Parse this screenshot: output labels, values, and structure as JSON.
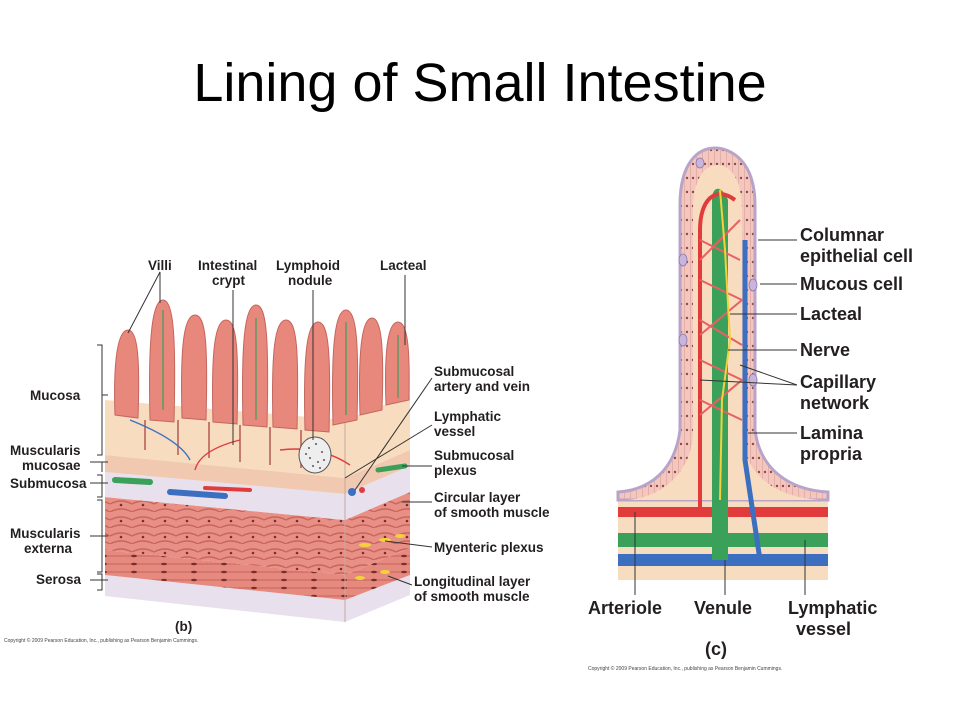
{
  "slide": {
    "title": "Lining of Small Intestine"
  },
  "panel_b": {
    "tag": "(b)",
    "copyright": "Copyright © 2009 Pearson Education, Inc., publishing as Pearson Benjamin Cummings.",
    "labels": {
      "villi": "Villi",
      "crypt_1": "Intestinal",
      "crypt_2": "crypt",
      "lymphoid_1": "Lymphoid",
      "lymphoid_2": "nodule",
      "lacteal": "Lacteal",
      "mucosa": "Mucosa",
      "muscularis_mucosae_1": "Muscularis",
      "muscularis_mucosae_2": "mucosae",
      "submucosa": "Submucosa",
      "muscularis_externa_1": "Muscularis",
      "muscularis_externa_2": "externa",
      "serosa": "Serosa",
      "submucosal_av_1": "Submucosal",
      "submucosal_av_2": "artery and vein",
      "lymph_vessel_1": "Lymphatic",
      "lymph_vessel_2": "vessel",
      "submucosal_plexus_1": "Submucosal",
      "submucosal_plexus_2": "plexus",
      "circular_1": "Circular layer",
      "circular_2": "of smooth muscle",
      "myenteric": "Myenteric plexus",
      "longitudinal_1": "Longitudinal layer",
      "longitudinal_2": "of smooth muscle"
    }
  },
  "panel_c": {
    "tag": "(c)",
    "copyright": "Copyright © 2009 Pearson Education, Inc., publishing as Pearson Benjamin Cummings.",
    "labels": {
      "columnar_1": "Columnar",
      "columnar_2": "epithelial cell",
      "mucous": "Mucous cell",
      "lacteal": "Lacteal",
      "nerve": "Nerve",
      "capillary_1": "Capillary",
      "capillary_2": "network",
      "lamina_1": "Lamina",
      "lamina_2": "propria",
      "arteriole": "Arteriole",
      "venule": "Venule",
      "lymphatic_1": "Lymphatic",
      "lymphatic_2": "vessel"
    }
  },
  "colors": {
    "villus": "#e8877c",
    "mucosa_bg": "#f7dcc0",
    "muscle": "#e3837a",
    "submucosa": "#e8e0ec",
    "artery": "#e23b3b",
    "vein": "#3c6fc0",
    "lacteal": "#3aa05a",
    "nerve": "#f2d23a",
    "epithelium": "#f3c3ba"
  }
}
